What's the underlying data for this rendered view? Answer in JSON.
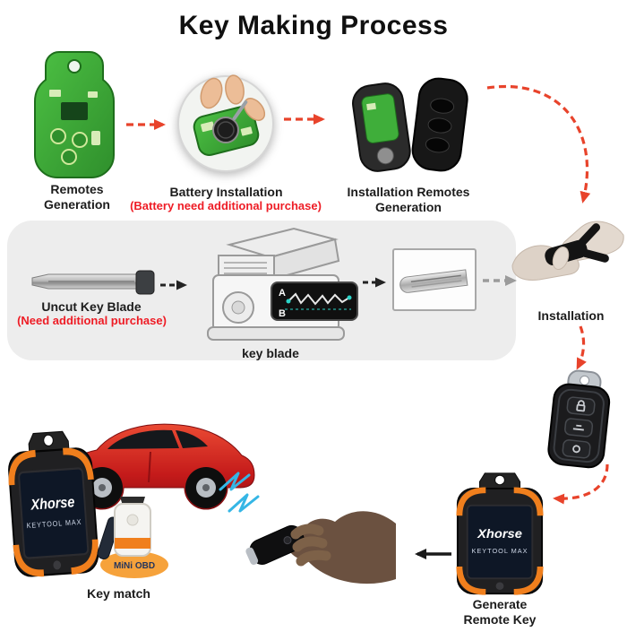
{
  "title": "Key Making Process",
  "steps": {
    "remotes_generation": {
      "line1": "Remotes",
      "line2": "Generation"
    },
    "battery_installation": {
      "label": "Battery Installation",
      "note": "(Battery need additional purchase)"
    },
    "installation_remotes_generation": {
      "line1": "Installation Remotes",
      "line2": "Generation"
    },
    "uncut_key_blade": {
      "label": "Uncut Key Blade",
      "note": "(Need additional purchase)"
    },
    "key_blade": {
      "label": "key blade"
    },
    "installation": {
      "label": "Installation"
    },
    "key_match": {
      "label": "Key match"
    },
    "generate_remote_key": {
      "line1": "Generate",
      "line2": "Remote Key"
    }
  },
  "cut_chart": {
    "point_a": "A",
    "point_b": "B"
  },
  "devices": {
    "keytool_max_left": {
      "brand": "Xhorse",
      "model": "KEYTOOL MAX"
    },
    "keytool_max_right": {
      "brand": "Xhorse",
      "model": "KEYTOOL MAX"
    },
    "mini_obd": {
      "label": "MiNi OBD"
    }
  },
  "colors": {
    "arrow_red": "#e8432b",
    "note_red": "#ee1c25",
    "arrow_black": "#232323",
    "arrow_gray": "#9b9b9b",
    "panel_gray": "#ededed",
    "pcb_green": "#3fae3a",
    "device_orange": "#f07f1d",
    "signal_blue": "#35b6e5",
    "car_red": "#c41a1a"
  }
}
